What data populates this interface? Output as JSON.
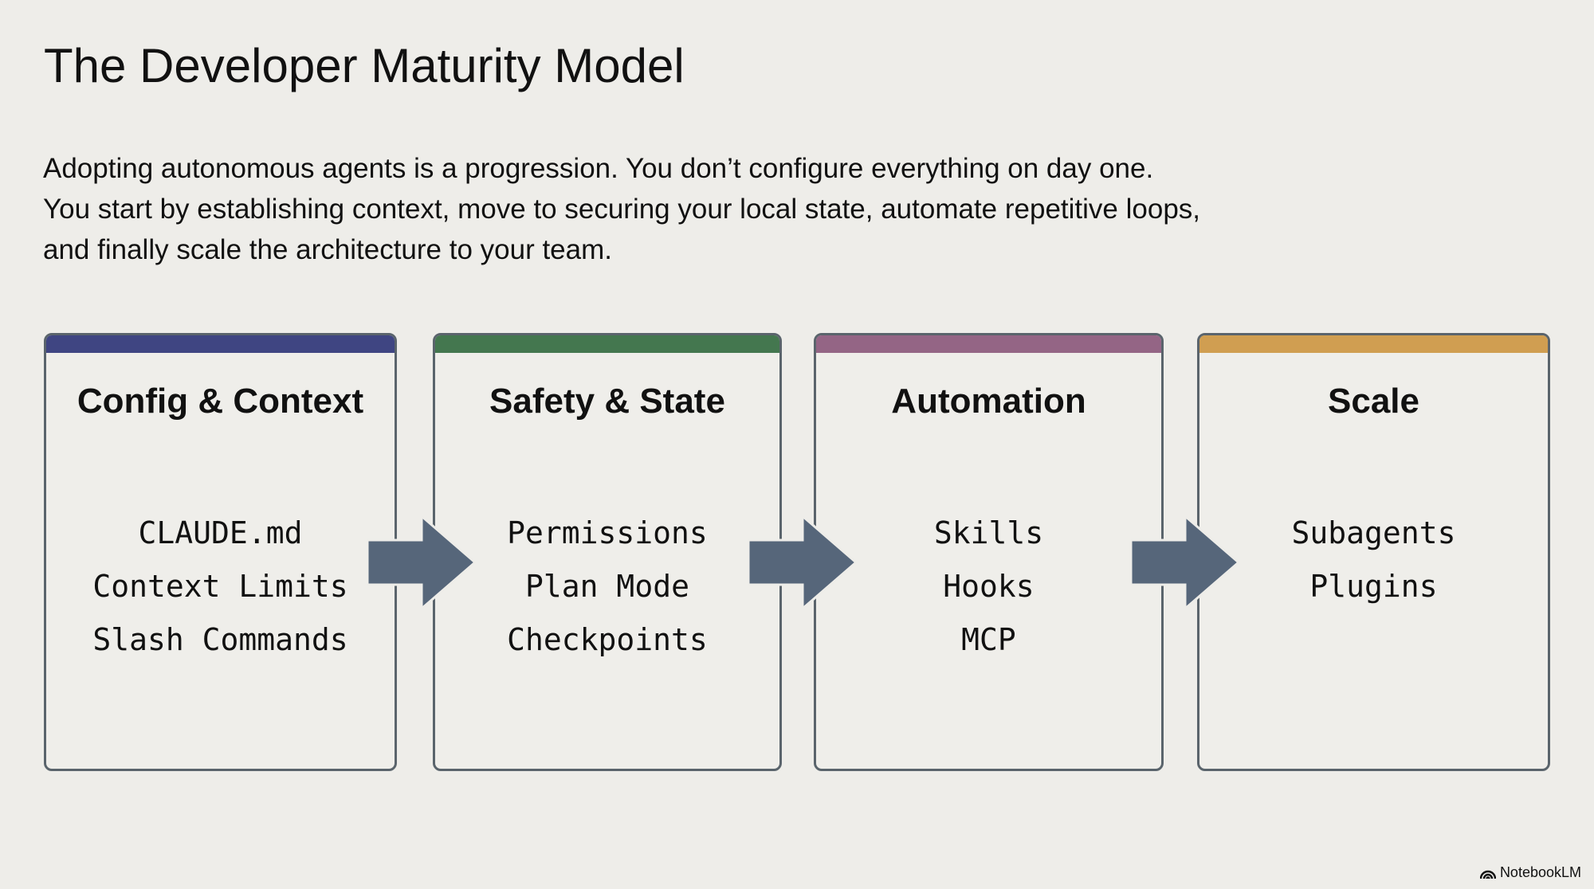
{
  "title": "The Developer Maturity Model",
  "intro": {
    "lines": [
      "Adopting autonomous agents is a progression. You don’t configure everything on day one.",
      "You start by establishing context, move to securing your local state, automate repetitive loops,",
      "and finally scale the architecture to your team."
    ]
  },
  "stages": [
    {
      "heading": "Config & Context",
      "accent": "#3f4582",
      "items": [
        "CLAUDE.md",
        "Context Limits",
        "Slash Commands"
      ]
    },
    {
      "heading": "Safety & State",
      "accent": "#44774f",
      "items": [
        "Permissions",
        "Plan Mode",
        "Checkpoints"
      ]
    },
    {
      "heading": "Automation",
      "accent": "#946585",
      "items": [
        "Skills",
        "Hooks",
        "MCP"
      ]
    },
    {
      "heading": "Scale",
      "accent": "#d09e51",
      "items": [
        "Subagents",
        "Plugins"
      ]
    }
  ],
  "arrows": {
    "color": "#56667a",
    "icon": "right-arrow-icon"
  },
  "footer": {
    "brand": "NotebookLM",
    "icon": "notebooklm-logo-icon"
  }
}
